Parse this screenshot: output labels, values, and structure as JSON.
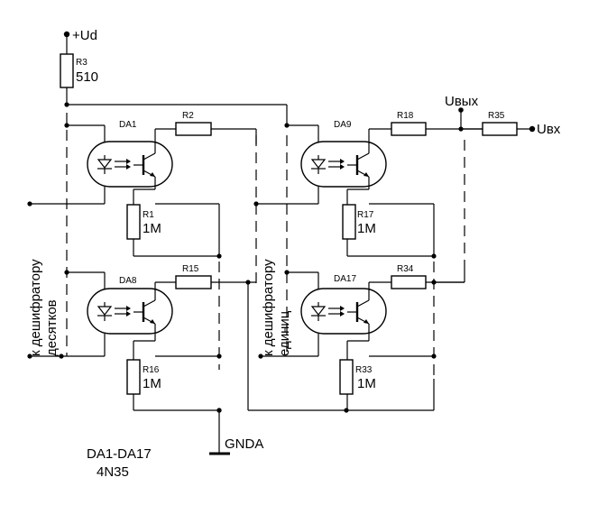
{
  "supply": {
    "label": "+Ud"
  },
  "ground": {
    "label": "GNDA"
  },
  "output": {
    "label": "Uвых"
  },
  "input": {
    "label": "Uвх"
  },
  "resistors": {
    "r3": {
      "ref": "R3",
      "value": "510"
    },
    "r2": {
      "ref": "R2"
    },
    "r1": {
      "ref": "R1",
      "value": "1M"
    },
    "r15": {
      "ref": "R15"
    },
    "r16": {
      "ref": "R16",
      "value": "1M"
    },
    "r18": {
      "ref": "R18"
    },
    "r35": {
      "ref": "R35"
    },
    "r17": {
      "ref": "R17",
      "value": "1M"
    },
    "r34": {
      "ref": "R34"
    },
    "r33": {
      "ref": "R33",
      "value": "1M"
    }
  },
  "optocouplers": {
    "da1": {
      "ref": "DA1"
    },
    "da8": {
      "ref": "DA8"
    },
    "da9": {
      "ref": "DA9"
    },
    "da17": {
      "ref": "DA17"
    }
  },
  "side_labels": {
    "tens": {
      "line1": "к дешифратору",
      "line2": "десятков"
    },
    "units": {
      "line1": "к дешифратору",
      "line2": "единиц"
    }
  },
  "note": {
    "line1": "DA1-DA17",
    "line2": "4N35"
  }
}
